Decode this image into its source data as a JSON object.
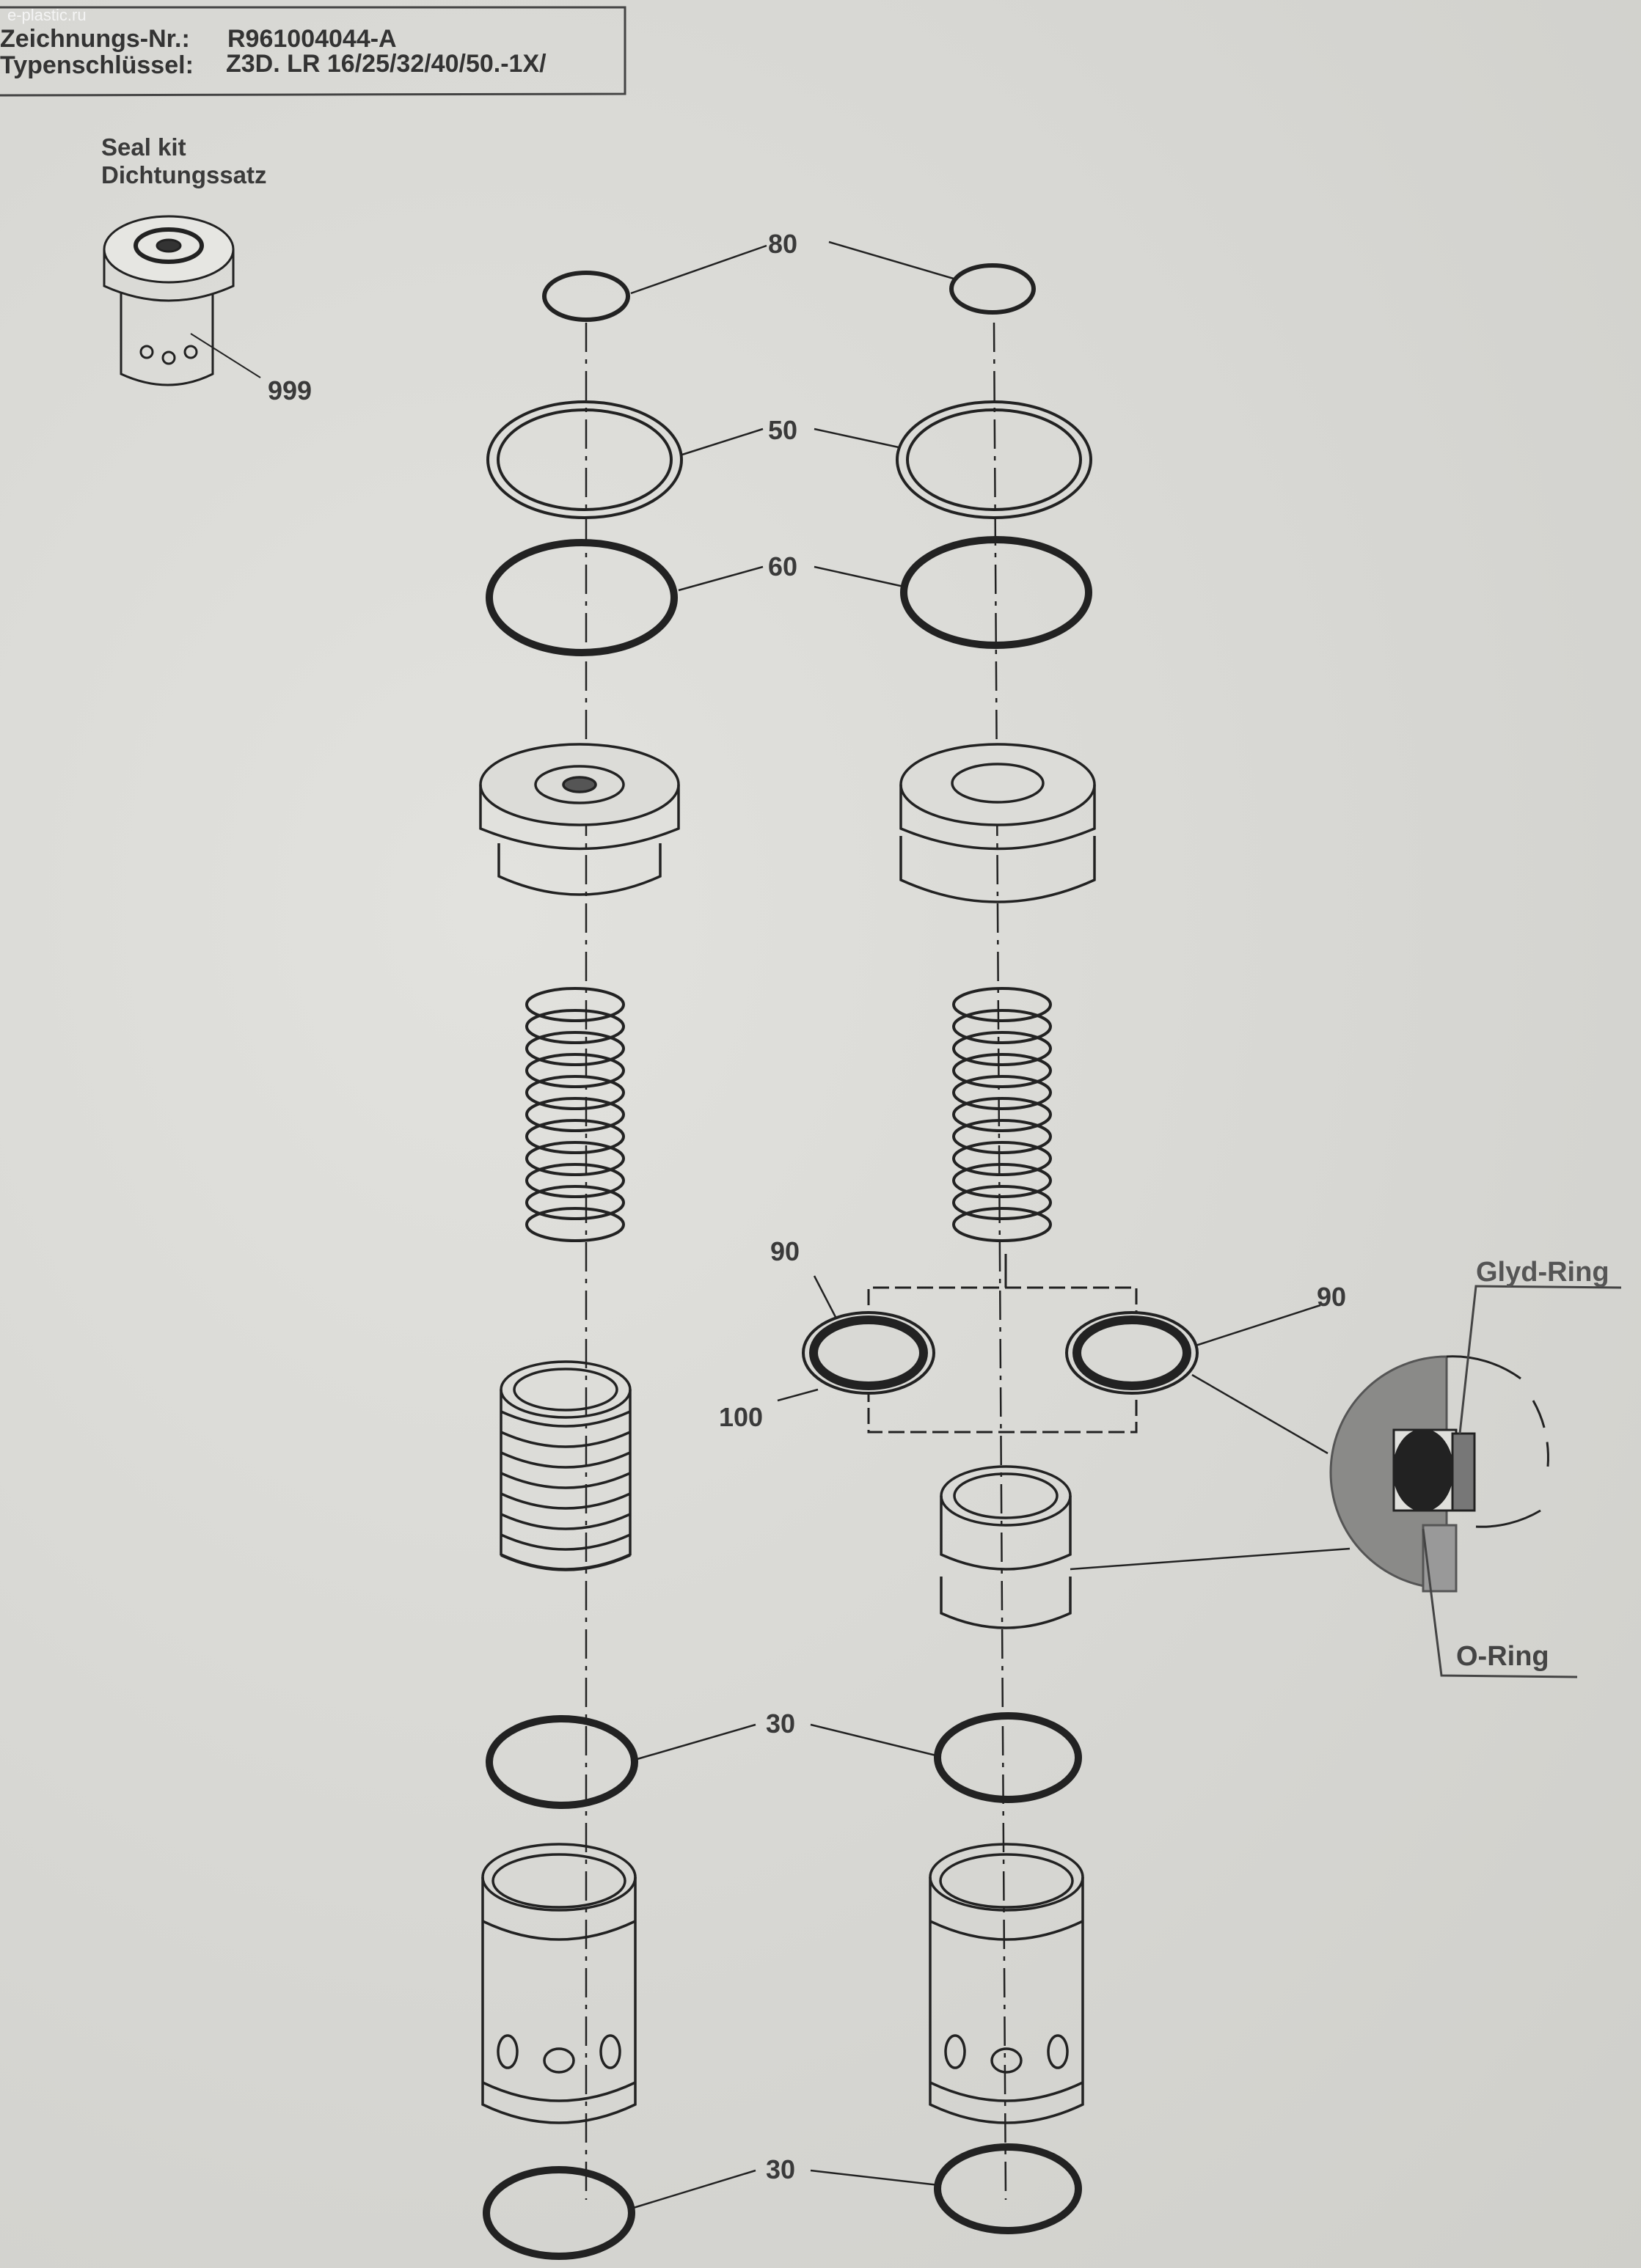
{
  "watermark": "e-plastic.ru",
  "header": {
    "drawing_no_label": "Zeichnungs-Nr.:",
    "drawing_no": "R961004044-A",
    "type_key_label": "Typenschlüssel:",
    "type_key": "Z3D. LR 16/25/32/40/50.-1X/"
  },
  "seal_kit": {
    "title_en": "Seal kit",
    "title_de": "Dichtungssatz",
    "part_no": "999"
  },
  "part_labels": {
    "p80": "80",
    "p50": "50",
    "p60": "60",
    "p90_left": "90",
    "p100": "100",
    "p90_right": "90",
    "p30_top": "30",
    "p30_bottom": "30"
  },
  "detail": {
    "glyd_ring": "Glyd-Ring",
    "o_ring": "O-Ring"
  }
}
